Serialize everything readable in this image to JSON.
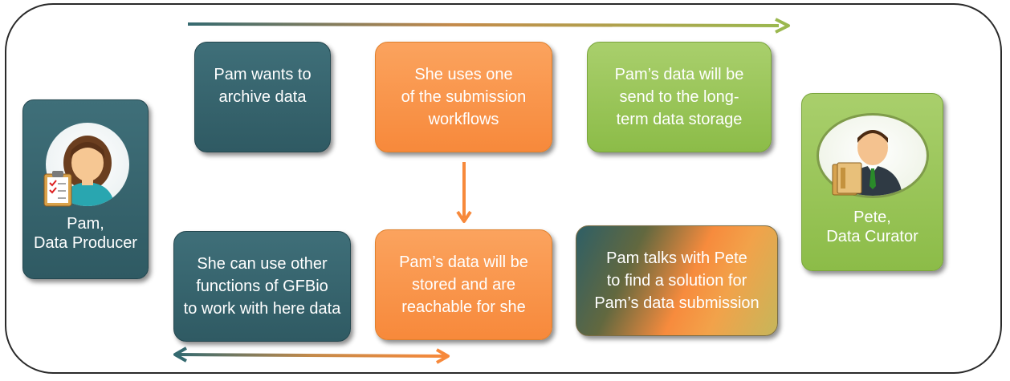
{
  "producer": {
    "line1": "Pam,",
    "line2": "Data Producer"
  },
  "curator": {
    "line1": "Pete,",
    "line2": "Data Curator"
  },
  "steps": {
    "archive": [
      "Pam wants to",
      "archive data"
    ],
    "submission": [
      "She uses one",
      "of the submission",
      "workflows"
    ],
    "longterm": [
      "Pam’s data will be",
      "send to the long-",
      "term data storage"
    ],
    "talks": [
      "Pam talks with Pete",
      "to find a solution for",
      "Pam’s data submission"
    ],
    "stored": [
      "Pam’s data will be",
      "stored and are",
      "reachable for she"
    ],
    "functions": [
      "She can use other",
      "functions of GFBio",
      "to work with here data"
    ]
  },
  "colors": {
    "teal": "#2f5a63",
    "orange": "#f7893b",
    "green": "#8cbc48",
    "arrow_top_start": "#356a70",
    "arrow_top_end": "#9bb84f"
  },
  "icons": {
    "producer": "female-user-clipboard-icon",
    "curator": "male-user-folder-icon"
  }
}
